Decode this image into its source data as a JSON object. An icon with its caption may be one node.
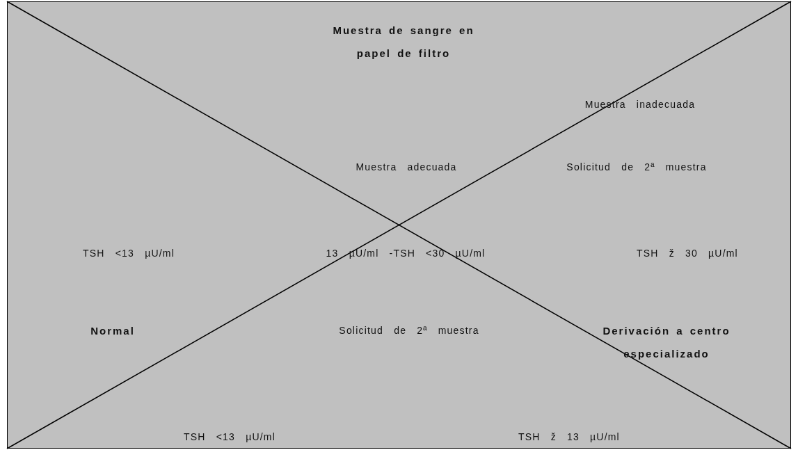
{
  "diagram": {
    "labels": [
      "Muestra de sangre en papel de filtro",
      "Muestra inadecuada",
      "Muestra adecuada",
      "Solicitud de 2ª muestra",
      "TSH <13 µU/ml",
      "13 µU/ml -TSH <30 µU/ml",
      "TSH ž 30 µU/ml",
      "Normal",
      "Solicitud de 2ª muestra",
      "Derivación a centro especializado",
      "TSH <13 µU/ml",
      "TSH ž 13 µU/ml"
    ]
  }
}
